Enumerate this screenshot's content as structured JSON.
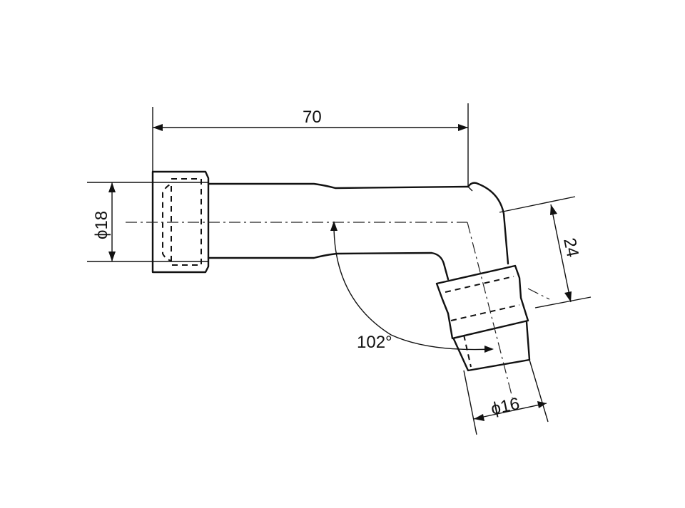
{
  "dimensions": {
    "overall_length": "70",
    "left_diameter": "ϕ18",
    "right_diameter": "ϕ16",
    "offset": "24",
    "bend_angle": "102°"
  }
}
